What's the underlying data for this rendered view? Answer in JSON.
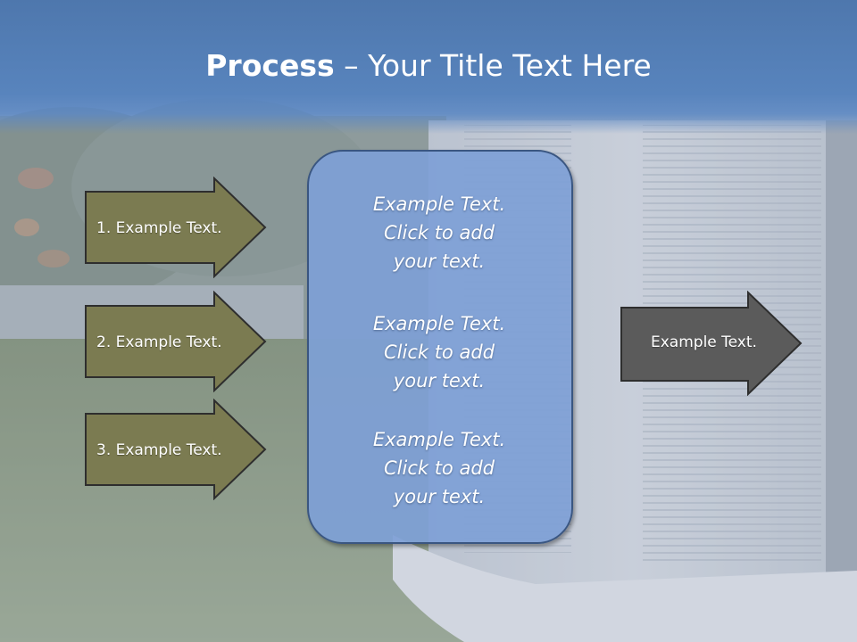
{
  "slide": {
    "title_bold": "Process",
    "title_rest": " – Your Title Text Here"
  },
  "left_arrows": [
    {
      "label": "1. Example Text."
    },
    {
      "label": "2. Example Text."
    },
    {
      "label": "3. Example Text."
    }
  ],
  "center_box": {
    "blocks": [
      {
        "line1": "Example Text.",
        "line2": "Click  to add",
        "line3": "your text."
      },
      {
        "line1": "Example Text.",
        "line2": "Click  to add",
        "line3": "your text."
      },
      {
        "line1": "Example Text.",
        "line2": "Click  to add",
        "line3": "your text."
      }
    ]
  },
  "right_arrow": {
    "label": "Example Text."
  },
  "colors": {
    "title_band": "#4e77ad",
    "left_arrow_fill": "#7b7b51",
    "right_arrow_fill": "#5b5b5b",
    "center_box_fill": "#7ea0d6",
    "outline": "#2e2e2e"
  }
}
